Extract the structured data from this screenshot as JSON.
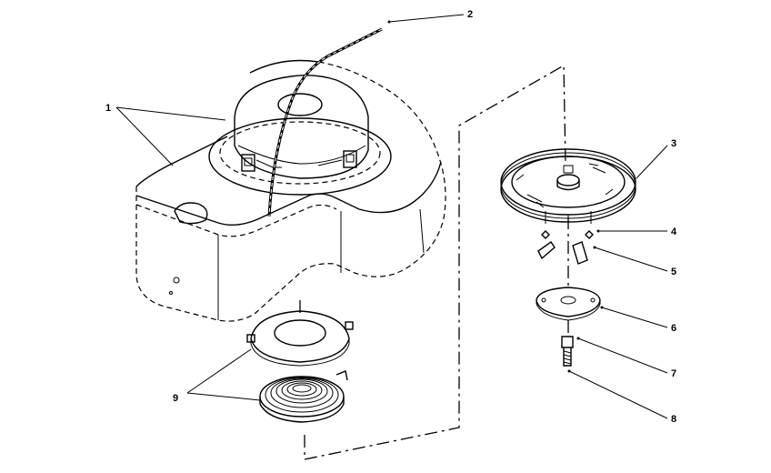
{
  "diagram": {
    "callouts": [
      {
        "id": "1",
        "text": "1"
      },
      {
        "id": "2",
        "text": "2"
      },
      {
        "id": "3",
        "text": "3"
      },
      {
        "id": "4",
        "text": "4"
      },
      {
        "id": "5",
        "text": "5"
      },
      {
        "id": "6",
        "text": "6"
      },
      {
        "id": "7",
        "text": "7"
      },
      {
        "id": "8",
        "text": "8"
      },
      {
        "id": "9",
        "text": "9"
      }
    ]
  }
}
